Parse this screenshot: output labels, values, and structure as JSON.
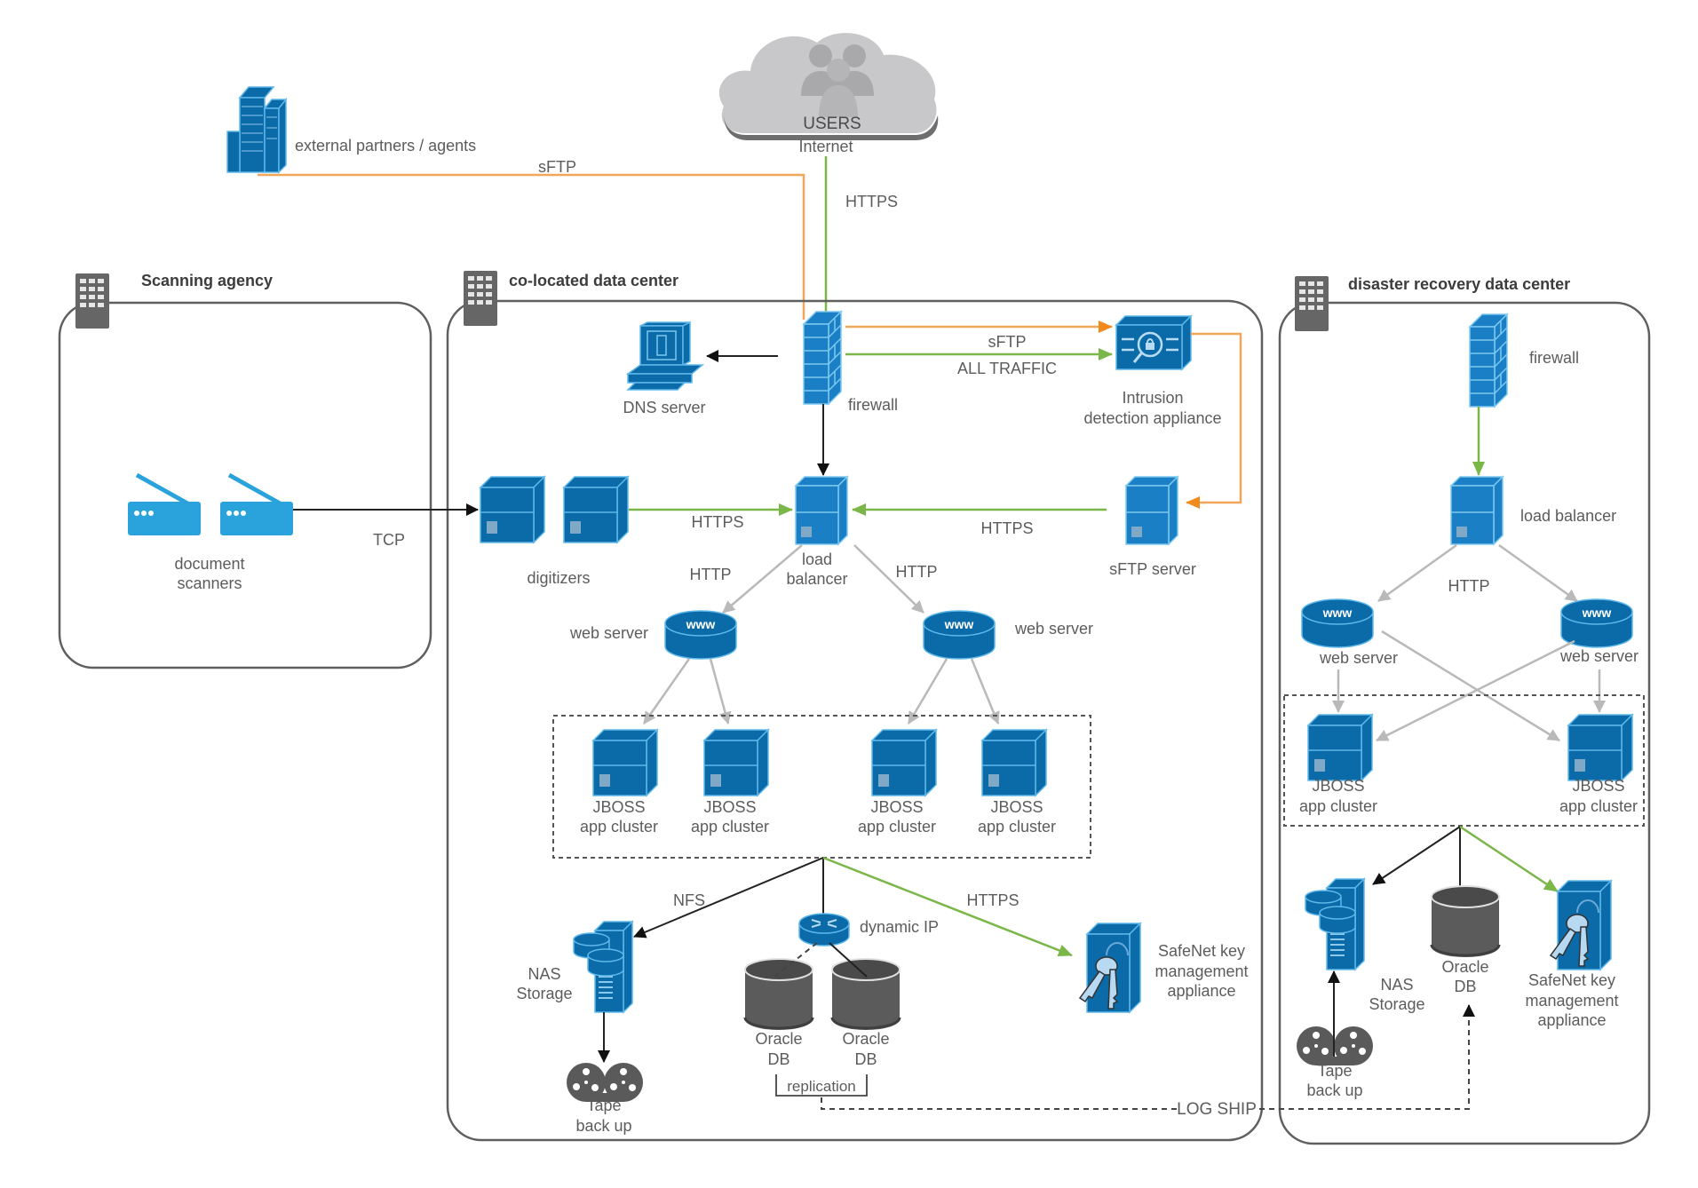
{
  "diagram": {
    "external": {
      "partners_label": "external partners / agents",
      "sftp_label": "sFTP",
      "cloud_title": "USERS",
      "cloud_subtitle": "Internet",
      "https_label": "HTTPS"
    },
    "zones": [
      {
        "id": "scanning",
        "title": "Scanning agency"
      },
      {
        "id": "colo",
        "title": "co-located data center"
      },
      {
        "id": "dr",
        "title": "disaster recovery data center"
      }
    ],
    "scanning": {
      "scanners_label_1": "document",
      "scanners_label_2": "scanners",
      "tcp_label": "TCP"
    },
    "colo": {
      "dns_label": "DNS server",
      "firewall_label": "firewall",
      "ids_label_1": "Intrusion",
      "ids_label_2": "detection appliance",
      "sftp_link_label": "sFTP",
      "all_traffic_label": "ALL TRAFFIC",
      "digitizers_label": "digitizers",
      "digitizer_https_label": "HTTPS",
      "lb_label_1": "load",
      "lb_label_2": "balancer",
      "sftp_https_label": "HTTPS",
      "sftp_server_label": "sFTP server",
      "http_left_label": "HTTP",
      "http_right_label": "HTTP",
      "web_server_left_label": "web server",
      "web_server_right_label": "web server",
      "www_text": "www",
      "jboss": [
        {
          "line1": "JBOSS",
          "line2": "app cluster"
        },
        {
          "line1": "JBOSS",
          "line2": "app cluster"
        },
        {
          "line1": "JBOSS",
          "line2": "app cluster"
        },
        {
          "line1": "JBOSS",
          "line2": "app cluster"
        }
      ],
      "nfs_label": "NFS",
      "dynamic_ip_label": "dynamic IP",
      "safenet_https_label": "HTTPS",
      "nas_label_1": "NAS",
      "nas_label_2": "Storage",
      "tape_label_1": "Tape",
      "tape_label_2": "back up",
      "oracle_1": {
        "line1": "Oracle",
        "line2": "DB"
      },
      "oracle_2": {
        "line1": "Oracle",
        "line2": "DB"
      },
      "replication_label": "replication",
      "safenet_label_1": "SafeNet key",
      "safenet_label_2": "management",
      "safenet_label_3": "appliance"
    },
    "log_ship_label": "LOG SHIP",
    "dr": {
      "firewall_label": "firewall",
      "lb_label": "load balancer",
      "http_label": "HTTP",
      "web_server_left_label": "web server",
      "web_server_right_label": "web server",
      "www_text": "www",
      "jboss_left": {
        "line1": "JBOSS",
        "line2": "app cluster"
      },
      "jboss_right": {
        "line1": "JBOSS",
        "line2": "app cluster"
      },
      "nas_label_1": "NAS",
      "nas_label_2": "Storage",
      "oracle": {
        "line1": "Oracle",
        "line2": "DB"
      },
      "safenet_label_1": "SafeNet key",
      "safenet_label_2": "management",
      "safenet_label_3": "appliance",
      "tape_label_1": "Tape",
      "tape_label_2": "back up"
    },
    "colors": {
      "device_blue": "#0b6aa8",
      "link_https_green": "#7ab648",
      "link_sftp_orange": "#f2a65a",
      "link_http_gray": "#b9b9b9",
      "zone_border": "#5f5f5f"
    }
  }
}
